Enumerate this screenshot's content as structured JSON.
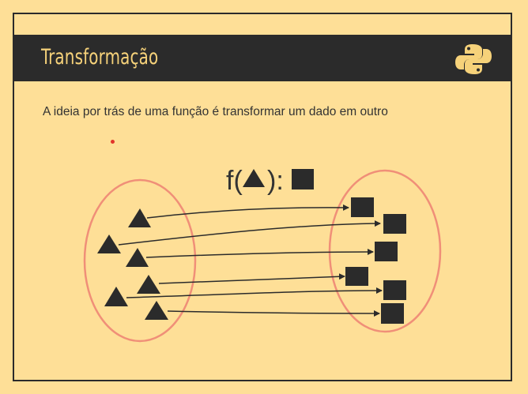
{
  "slide": {
    "title": "Transformação",
    "subtitle": "A ideia por trás de uma função é transformar um dado em outro"
  },
  "formula": {
    "prefix": "f(",
    "suffix": "):"
  },
  "colors": {
    "background": "#fedf97",
    "title_bar": "#2b2b2b",
    "title_text": "#f6d27a",
    "ellipse": "#f08f78",
    "shapes": "#2b2b2b",
    "laser_dot": "#e2342b"
  },
  "icons": {
    "logo": "python-icon",
    "domain_item": "triangle-icon",
    "codomain_item": "square-icon"
  },
  "mapping": {
    "domain_count": 6,
    "codomain_count": 6
  }
}
